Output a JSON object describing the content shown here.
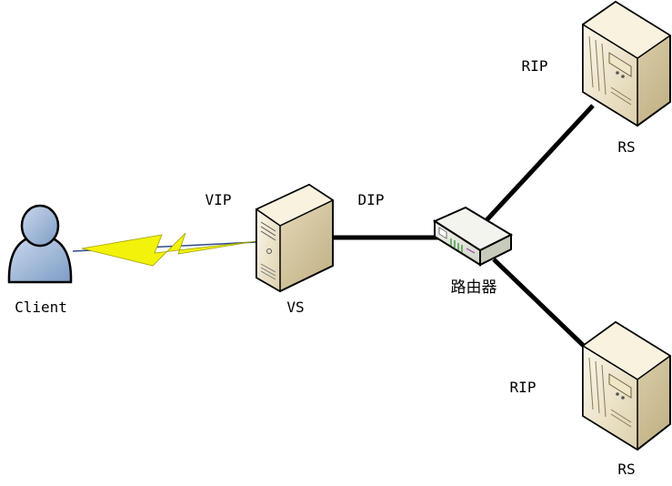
{
  "diagram": {
    "nodes": {
      "client": {
        "label": "Client",
        "icon": "user-icon"
      },
      "vs": {
        "label": "VS",
        "icon": "server-icon"
      },
      "router": {
        "label": "路由器",
        "icon": "router-icon"
      },
      "rs_top": {
        "label": "RS",
        "icon": "server-icon"
      },
      "rs_bottom": {
        "label": "RS",
        "icon": "server-icon"
      }
    },
    "edges": {
      "client_vs": {
        "label": "VIP",
        "style": "lightning"
      },
      "vs_router": {
        "label": "DIP"
      },
      "router_rs_top": {
        "label": "RIP"
      },
      "router_rs_bottom": {
        "label": "RIP"
      }
    },
    "colors": {
      "client_body": "#a6bddc",
      "lightning": "#f2f20a",
      "server_light": "#f3ecd6",
      "server_mid": "#ddd1ad",
      "server_dark": "#b4a57c",
      "router_body": "#e9ece3",
      "link": "#000000"
    }
  }
}
